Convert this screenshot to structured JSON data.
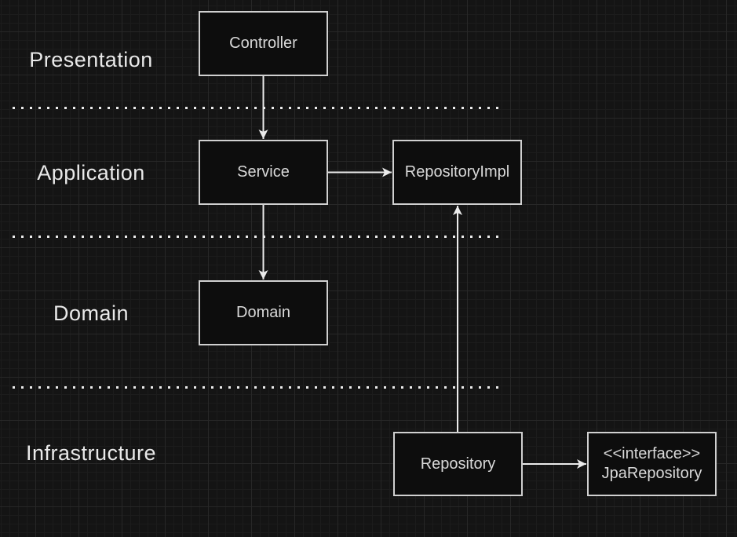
{
  "diagram": {
    "type": "layered-architecture",
    "background_color": "#141414",
    "stroke_color": "#ebebeb",
    "node_border_color": "#d0d0d0",
    "node_fill_color": "#0d0d0d",
    "layers": [
      {
        "label": "Presentation"
      },
      {
        "label": "Application"
      },
      {
        "label": "Domain"
      },
      {
        "label": "Infrastructure"
      }
    ],
    "nodes": [
      {
        "id": "controller",
        "label": "Controller",
        "layer": "Presentation"
      },
      {
        "id": "service",
        "label": "Service",
        "layer": "Application"
      },
      {
        "id": "repository-impl",
        "label": "RepositoryImpl",
        "layer": "Application"
      },
      {
        "id": "domain",
        "label": "Domain",
        "layer": "Domain"
      },
      {
        "id": "repository",
        "label": "Repository",
        "layer": "Infrastructure"
      },
      {
        "id": "jpa-repository",
        "lines": [
          "<<interface>>",
          "JpaRepository"
        ],
        "layer": "Infrastructure"
      }
    ],
    "edges": [
      {
        "from": "Controller",
        "to": "Service"
      },
      {
        "from": "Service",
        "to": "RepositoryImpl"
      },
      {
        "from": "Service",
        "to": "Domain"
      },
      {
        "from": "Repository",
        "to": "RepositoryImpl"
      },
      {
        "from": "Repository",
        "to": "JpaRepository"
      }
    ]
  }
}
